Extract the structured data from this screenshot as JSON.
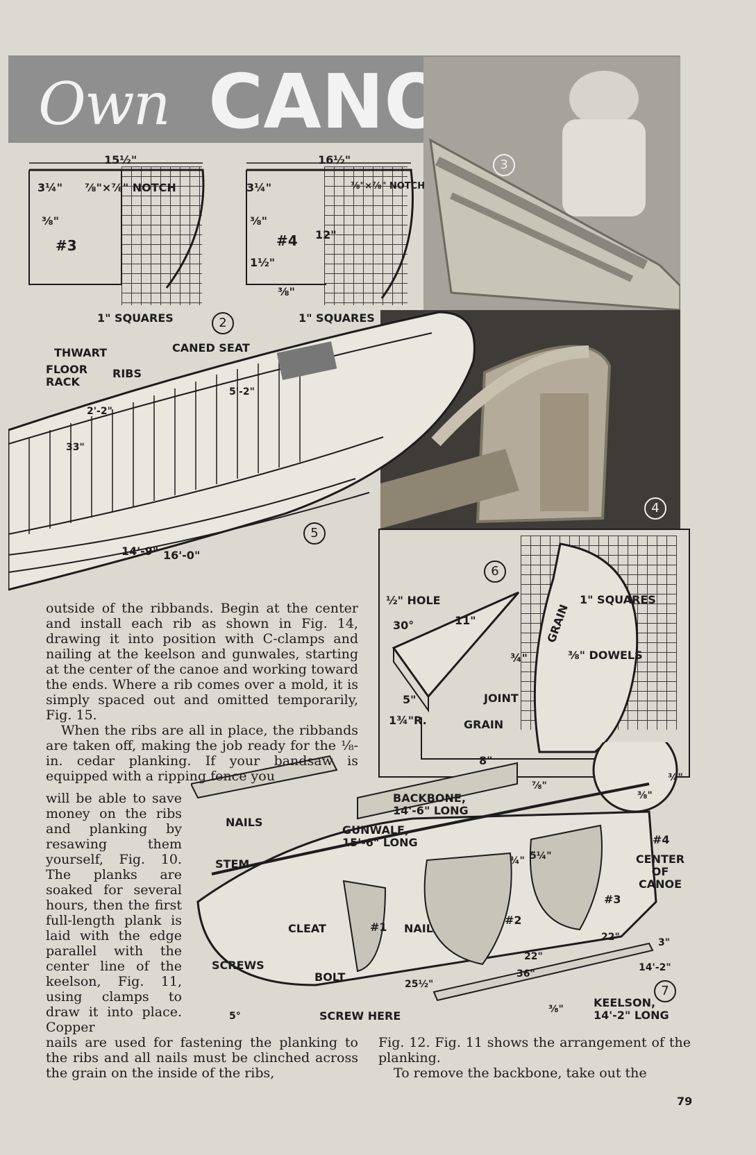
{
  "header": {
    "title_script": "Own",
    "title_main": "CANOE"
  },
  "fig2": {
    "mold3": {
      "width": "15½\"",
      "height": "3¼\"",
      "notch": "⅞\"×⅞\" NOTCH",
      "offset": "⅜\"",
      "label": "#3",
      "squares": "1\" SQUARES"
    },
    "mold4": {
      "width": "16½\"",
      "height": "3¼\"",
      "notch": "⅞\"×⅞\" NOTCH",
      "offset": "⅜\"",
      "depth": "12\"",
      "small1": "1½\"",
      "small2": "⅜\"",
      "label": "#4",
      "squares": "1\" SQUARES"
    },
    "number": "2"
  },
  "fig3": {
    "number": "3"
  },
  "fig4": {
    "number": "4"
  },
  "fig5": {
    "number": "5",
    "labels": {
      "thwart": "THWART",
      "caned_seat": "CANED SEAT",
      "floor_rack": "FLOOR RACK",
      "ribs": "RIBS",
      "dim1": "5'-2\"",
      "dim2": "2'-2\"",
      "dim3": "33\"",
      "length1": "14'-9\"",
      "length2": "16'-0\""
    }
  },
  "fig6": {
    "number": "6",
    "labels": {
      "hole": "½\" HOLE",
      "angle": "30°",
      "len11": "11\"",
      "thick": "¾\"",
      "len5": "5\"",
      "radius": "1¾\"R.",
      "grain1": "GRAIN",
      "grain2": "GRAIN",
      "squares": "1\" SQUARES",
      "dowels": "⅜\" DOWELS",
      "joint": "JOINT",
      "len8": "8\""
    }
  },
  "fig7": {
    "number": "7",
    "labels": {
      "backbone": "BACKBONE, 14'-6\" LONG",
      "gunwale": "GUNWALE, 15'-6\" LONG",
      "nails": "NAILS",
      "stem": "STEM",
      "cleat": "CLEAT",
      "screws": "SCREWS",
      "bolt": "BOLT",
      "nail": "NAIL",
      "screw_here": "SCREW HERE",
      "center": "CENTER OF CANOE",
      "keelson": "KEELSON, 14'-2\" LONG",
      "mold1": "#1",
      "mold2": "#2",
      "mold3": "#3",
      "mold4": "#4",
      "d78": "⅞\"",
      "d34a": "¾\"",
      "d34b": "¾\"",
      "d38a": "⅜\"",
      "d38b": "⅜\"",
      "d514": "5¼\"",
      "d22a": "22\"",
      "d22b": "22\"",
      "d36": "36\"",
      "d2512": "25½\"",
      "d142": "14'-2\"",
      "d3": "3\"",
      "d5deg": "5°"
    }
  },
  "text": {
    "para1": "outside of the ribbands. Begin at the center and install each rib as shown in Fig. 14, drawing it into position with C-clamps and nailing at the keelson and gunwales, starting at the center of the canoe and working toward the ends. Where a rib comes over a mold, it is simply spaced out and omitted temporarily, Fig. 15.",
    "para2_wide": "When the ribs are all in place, the ribbands are taken off, making the job ready for the ⅛-in. cedar planking. If your bandsaw is equipped with a ripping fence you",
    "para2_narrow": "will be able to save money on the ribs and planking by resawing them yourself, Fig. 10. The planks are soaked for several hours, then the first full-length plank is laid with the edge parallel with the center line of the keelson, Fig. 11, using clamps to draw it into place. Copper",
    "para2_bottom": "nails are used for fastening the planking to the ribs and all nails must be clinched across the grain on the inside of the ribs,",
    "para3_right": "Fig. 12. Fig. 11 shows the arrangement of the planking.",
    "para4_right": "To remove the backbone, take out the"
  },
  "page_number": "79"
}
